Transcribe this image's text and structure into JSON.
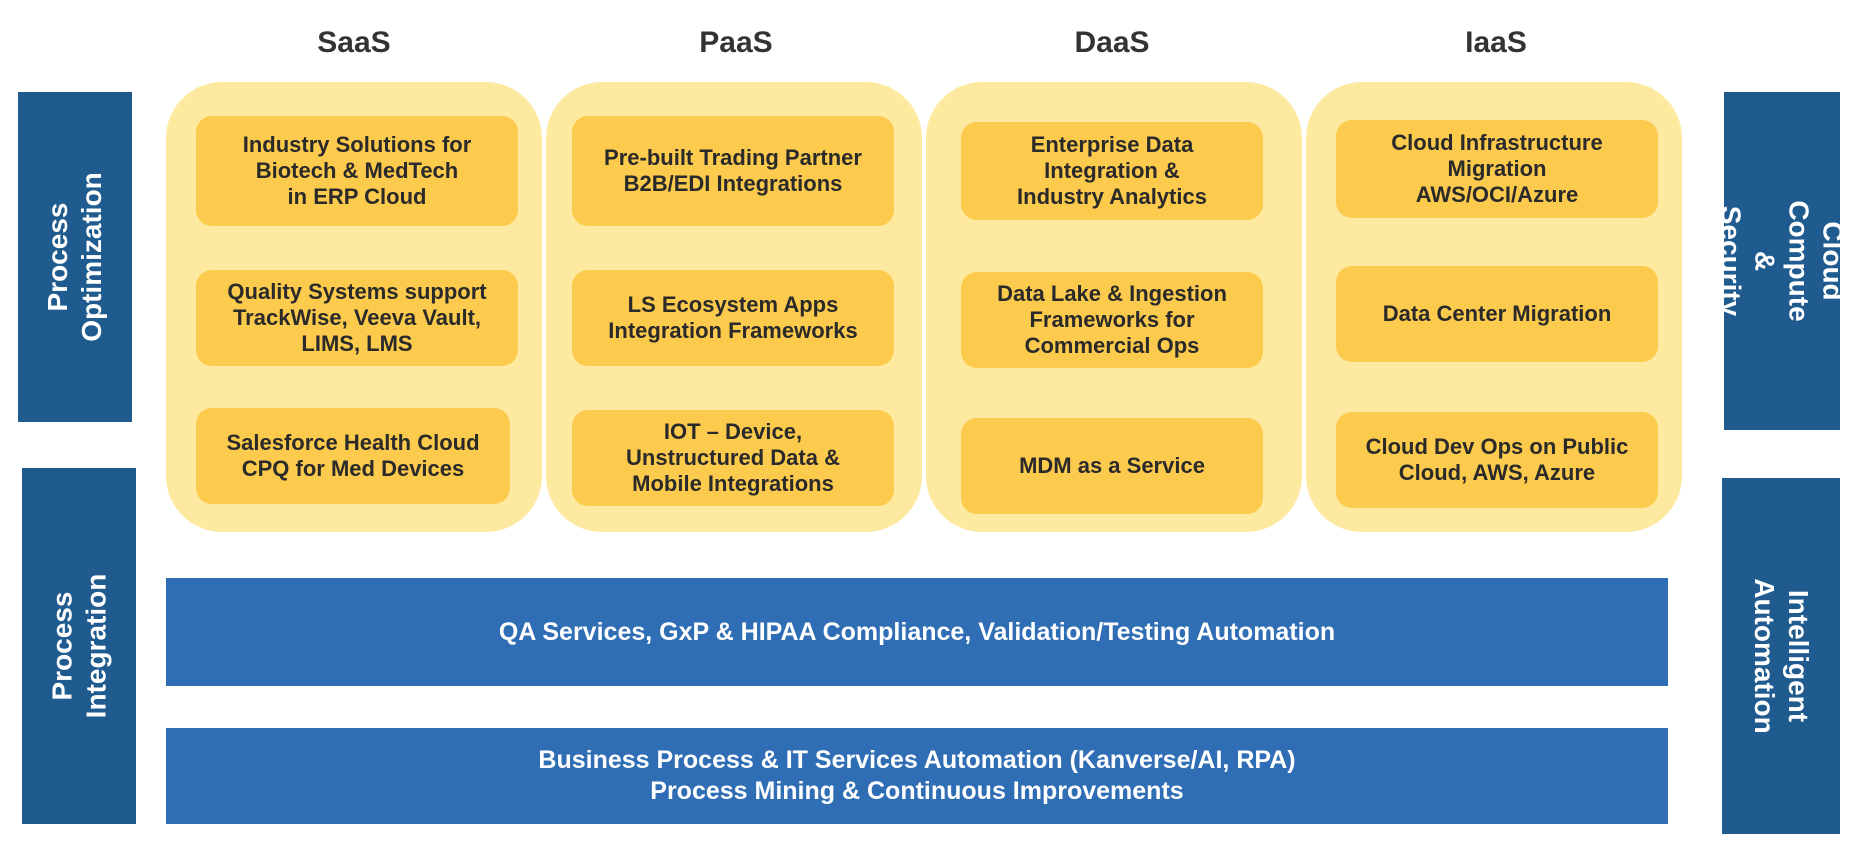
{
  "columns": [
    {
      "header": "SaaS",
      "cards": [
        "Industry Solutions for\nBiotech & MedTech\nin ERP Cloud",
        "Quality Systems support\nTrackWise, Veeva Vault,\nLIMS, LMS",
        "Salesforce Health Cloud\nCPQ for Med Devices"
      ]
    },
    {
      "header": "PaaS",
      "cards": [
        "Pre-built Trading Partner\nB2B/EDI Integrations",
        "LS Ecosystem Apps\nIntegration Frameworks",
        "IOT – Device,\nUnstructured Data &\nMobile Integrations"
      ]
    },
    {
      "header": "DaaS",
      "cards": [
        "Enterprise Data\nIntegration &\nIndustry Analytics",
        "Data Lake & Ingestion\nFrameworks for\nCommercial Ops",
        "MDM as a Service"
      ]
    },
    {
      "header": "IaaS",
      "cards": [
        "Cloud Infrastructure\nMigration\nAWS/OCI/Azure",
        "Data Center Migration",
        "Cloud Dev Ops on Public\nCloud,  AWS, Azure"
      ]
    }
  ],
  "side_labels": {
    "left_top": "Process Optimization",
    "left_bottom": "Process\nIntegration",
    "right_top": "Cloud Compute\n& Security",
    "right_bottom": "Intelligent Automation"
  },
  "bars": {
    "qa": "QA Services, GxP & HIPAA Compliance, Validation/Testing  Automation",
    "bpa": "Business Process & IT Services Automation (Kanverse/AI, RPA)\nProcess Mining & Continuous Improvements"
  },
  "colors": {
    "column_bg": "#fde9a0",
    "card": "#fcca4c",
    "side_panel": "#1f5b8e",
    "bar": "#2f6eb5"
  }
}
